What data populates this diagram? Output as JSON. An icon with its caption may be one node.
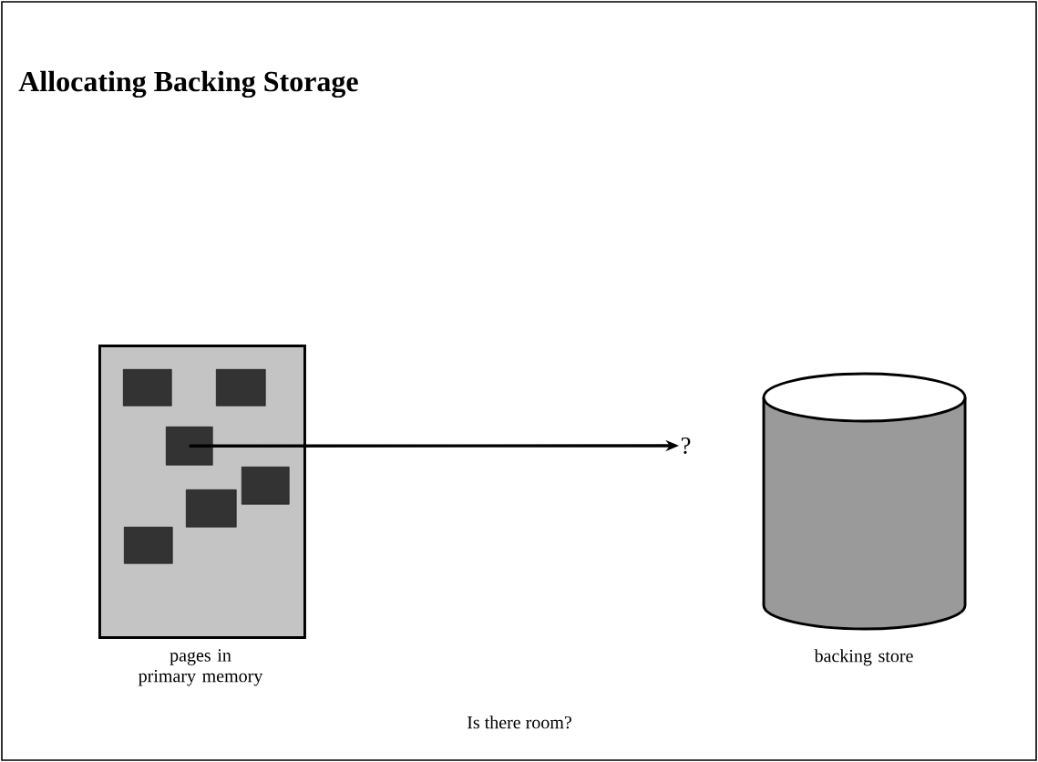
{
  "diagram": {
    "title": "Allocating Backing Storage",
    "nodes": [
      {
        "text": [],
        "shape": "box",
        "beside": [
          "pages in primary memory"
        ]
      },
      {
        "text": [],
        "shape": "box",
        "in": 0
      },
      {
        "text": [],
        "shape": "box",
        "in": 0
      },
      {
        "text": [],
        "shape": "box",
        "in": 0
      },
      {
        "text": [],
        "shape": "box",
        "in": 0
      },
      {
        "text": [],
        "shape": "box",
        "in": 0
      },
      {
        "text": [],
        "shape": "box",
        "in": 0
      },
      {
        "text": [
          "?"
        ]
      },
      {
        "text": [],
        "shape": "cylinder",
        "beside": [
          "backing store"
        ]
      }
    ],
    "edges": [
      {
        "from": 3,
        "to": 7,
        "arrow": "to"
      }
    ],
    "labels": [
      "Is there room?"
    ]
  }
}
